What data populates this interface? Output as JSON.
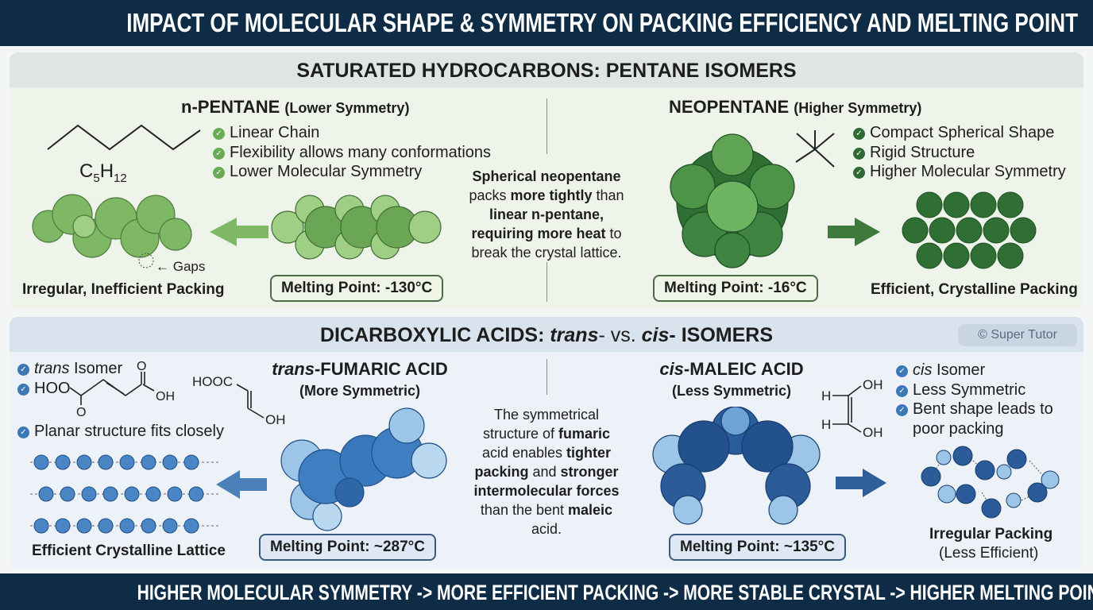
{
  "title": "IMPACT OF MOLECULAR SHAPE & SYMMETRY ON PACKING EFFICIENCY AND MELTING POINT",
  "section1": {
    "header": "SATURATED HYDROCARBONS: PENTANE ISOMERS",
    "left": {
      "name": "n-PENTANE",
      "qualifier": "(Lower Symmetry)",
      "formula_c": "C",
      "formula_c_sub": "5",
      "formula_h": "H",
      "formula_h_sub": "12",
      "bullets": [
        "Linear Chain",
        "Flexibility allows many conformations",
        "Lower Molecular Symmetry"
      ],
      "gaps_label": "← Gaps",
      "packing_caption": "Irregular, Inefficient Packing",
      "melting_point": "Melting Point: -130°C"
    },
    "middle": {
      "parts": [
        "Spherical neopentane",
        "packs ",
        "more tightly",
        " than",
        "linear n-pentane,",
        "requiring more heat",
        " to",
        "break the crystal lattice."
      ]
    },
    "right": {
      "name": "NEOPENTANE",
      "qualifier": "(Higher Symmetry)",
      "bullets": [
        "Compact Spherical Shape",
        "Rigid Structure",
        "Higher Molecular Symmetry"
      ],
      "packing_caption": "Efficient, Crystalline Packing",
      "melting_point": "Melting Point: -16°C"
    }
  },
  "section2": {
    "header_a": "DICARBOXYLIC ACIDS: ",
    "header_b": "trans",
    "header_c": "- vs. ",
    "header_d": "cis",
    "header_e": "- ISOMERS",
    "left": {
      "name_italic": "trans",
      "name_rest": "-FUMARIC ACID",
      "qualifier": "(More Symmetric)",
      "bullet1_italic": "trans",
      "bullet1_rest": " Isomer",
      "bullet2": "HOO",
      "bullet3": "Planar structure fits closely",
      "struct_labels": {
        "o_top": "O",
        "o_bottom": "O",
        "oh": "OH",
        "hooc": "HOOC",
        "oh2": "OH"
      },
      "packing_caption": "Efficient Crystalline Lattice",
      "melting_point": "Melting Point: ~287°C"
    },
    "middle": {
      "parts": [
        "The symmetrical",
        "structure of ",
        "fumaric",
        "acid enables ",
        "tighter",
        "packing",
        " and ",
        "stronger",
        "intermolecular forces",
        "than the bent ",
        "maleic",
        "acid."
      ]
    },
    "right": {
      "name_italic": "cis",
      "name_rest": "-MALEIC ACID",
      "qualifier": "(Less Symmetric)",
      "bullet1_italic": "cis",
      "bullet1_rest": " Isomer",
      "bullet2": "Less Symmetric",
      "bullet3": "Bent shape leads to",
      "bullet3b": "poor packing",
      "struct_labels": {
        "h1": "H",
        "h2": "H",
        "oh1": "OH",
        "oh2": "OH"
      },
      "packing_caption": "Irregular Packing",
      "packing_sub": "(Less Efficient)",
      "melting_point": "Melting Point: ~135°C"
    }
  },
  "footer": "HIGHER MOLECULAR SYMMETRY -> MORE EFFICIENT PACKING -> MORE STABLE CRYSTAL -> HIGHER MELTING POINT",
  "watermark": "© Super Tutor",
  "colors": {
    "navy": "#0f2c47",
    "green": "#6aab55",
    "dark_green": "#2f6a35",
    "blue": "#3b78b5"
  }
}
